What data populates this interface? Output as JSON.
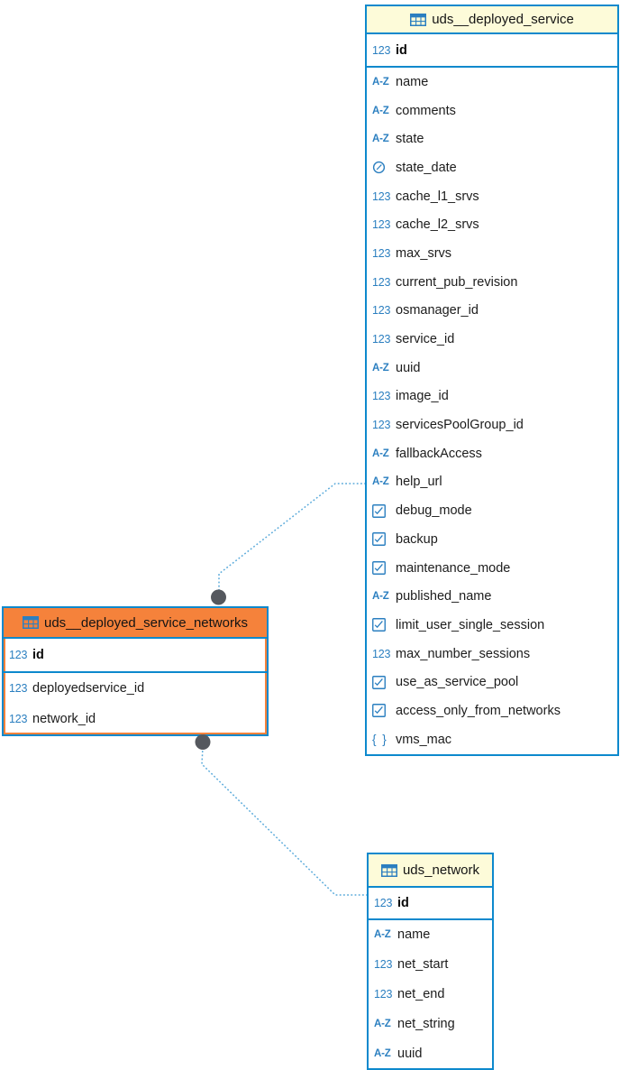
{
  "diagram": {
    "tables": [
      {
        "name": "uds__deployed_service",
        "selected": false,
        "primary_key": {
          "name": "id",
          "type": "number"
        },
        "columns": [
          {
            "name": "name",
            "type": "text"
          },
          {
            "name": "comments",
            "type": "text"
          },
          {
            "name": "state",
            "type": "text"
          },
          {
            "name": "state_date",
            "type": "datetime"
          },
          {
            "name": "cache_l1_srvs",
            "type": "number"
          },
          {
            "name": "cache_l2_srvs",
            "type": "number"
          },
          {
            "name": "max_srvs",
            "type": "number"
          },
          {
            "name": "current_pub_revision",
            "type": "number"
          },
          {
            "name": "osmanager_id",
            "type": "number"
          },
          {
            "name": "service_id",
            "type": "number"
          },
          {
            "name": "uuid",
            "type": "text"
          },
          {
            "name": "image_id",
            "type": "number"
          },
          {
            "name": "servicesPoolGroup_id",
            "type": "number"
          },
          {
            "name": "fallbackAccess",
            "type": "text"
          },
          {
            "name": "help_url",
            "type": "text"
          },
          {
            "name": "debug_mode",
            "type": "boolean"
          },
          {
            "name": "backup",
            "type": "boolean"
          },
          {
            "name": "maintenance_mode",
            "type": "boolean"
          },
          {
            "name": "published_name",
            "type": "text"
          },
          {
            "name": "limit_user_single_session",
            "type": "boolean"
          },
          {
            "name": "max_number_sessions",
            "type": "number"
          },
          {
            "name": "use_as_service_pool",
            "type": "boolean"
          },
          {
            "name": "access_only_from_networks",
            "type": "boolean"
          },
          {
            "name": "vms_mac",
            "type": "object"
          }
        ]
      },
      {
        "name": "uds__deployed_service_networks",
        "selected": true,
        "primary_key": {
          "name": "id",
          "type": "number"
        },
        "columns": [
          {
            "name": "deployedservice_id",
            "type": "number"
          },
          {
            "name": "network_id",
            "type": "number"
          }
        ]
      },
      {
        "name": "uds_network",
        "selected": false,
        "primary_key": {
          "name": "id",
          "type": "number"
        },
        "columns": [
          {
            "name": "name",
            "type": "text"
          },
          {
            "name": "net_start",
            "type": "number"
          },
          {
            "name": "net_end",
            "type": "number"
          },
          {
            "name": "net_string",
            "type": "text"
          },
          {
            "name": "uuid",
            "type": "text"
          }
        ]
      }
    ],
    "relationships": [
      {
        "from": "uds__deployed_service_networks",
        "to": "uds__deployed_service"
      },
      {
        "from": "uds__deployed_service_networks",
        "to": "uds_network"
      }
    ],
    "type_glyphs": {
      "number": "123",
      "text": "A-Z",
      "object": "{ }"
    },
    "colors": {
      "accent": "#0d89cd",
      "selection": "#f5823b",
      "headerbg": "#fdfbd9",
      "iconblue": "#2b7fc0",
      "line": "#58a9da",
      "endpoint": "#55585e"
    }
  }
}
